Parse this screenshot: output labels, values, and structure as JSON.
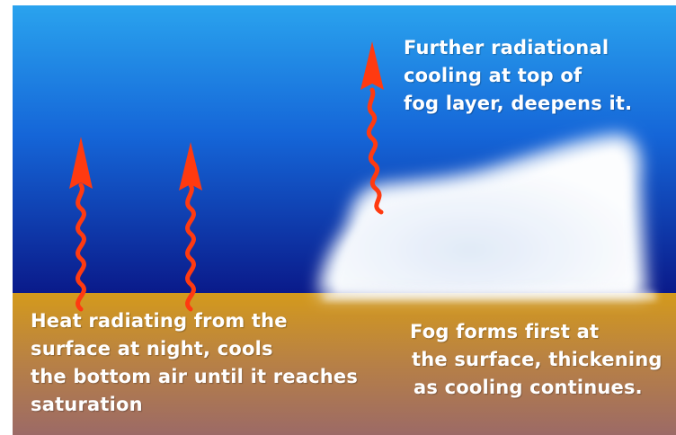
{
  "colors": {
    "sky_top": "#2aa3ee",
    "sky_bottom": "#0a1a8a",
    "ground_top": "#d49a1c",
    "ground_bottom": "#9c6a66",
    "arrow": "#ff3a10",
    "fog": "#f4f8ff",
    "text": "#ffffff"
  },
  "labels": {
    "top_right": {
      "lines": [
        "Further radiational",
        "cooling at top of",
        "fog layer, deepens it."
      ]
    },
    "bottom_left": {
      "lines": [
        "Heat radiating from the",
        "surface at night, cools",
        "the bottom air until it reaches",
        "saturation"
      ]
    },
    "bottom_right": {
      "lines": [
        "Fog forms first at",
        "the surface, thickening",
        "as cooling continues."
      ]
    }
  },
  "icons": {
    "arrow": "wavy-up-arrow-icon",
    "fog": "fog-cloud-icon"
  }
}
